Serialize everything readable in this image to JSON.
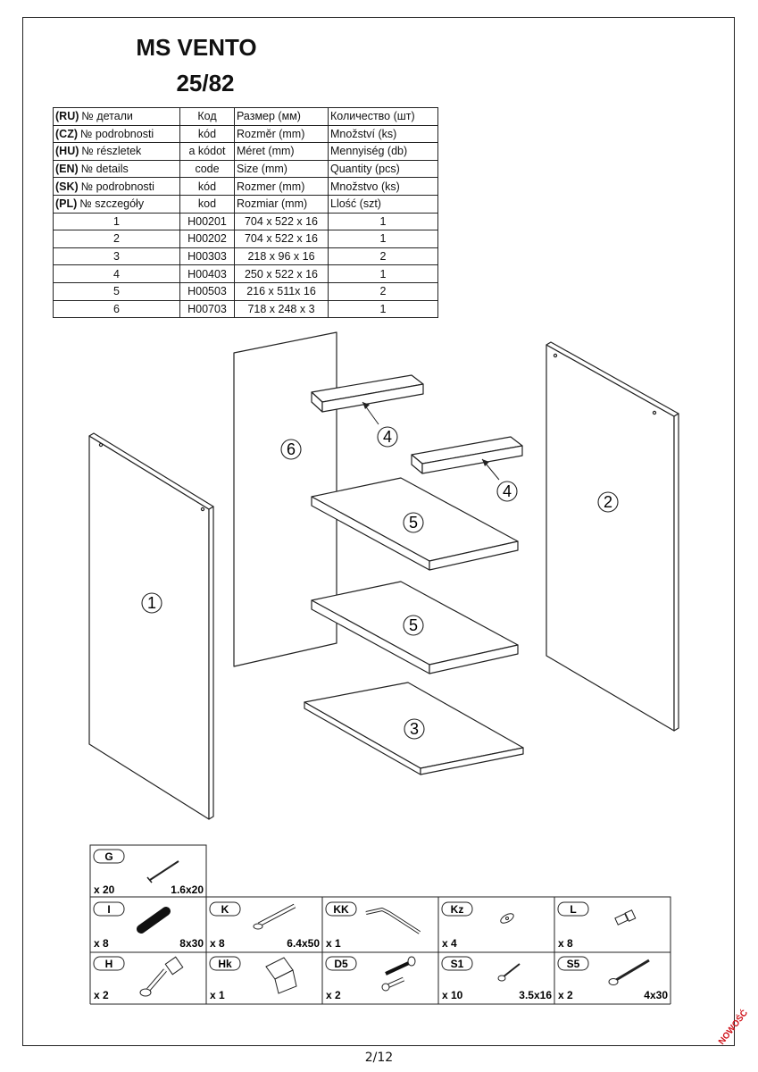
{
  "title": {
    "line1": "MS VENTO",
    "line2": "25/82"
  },
  "parts_table": {
    "header_rows": [
      {
        "lang": "(RU)",
        "label": "№ детали",
        "code": "Код",
        "size": "Размер  (мм)",
        "qty": "Количество (шт)"
      },
      {
        "lang": "(CZ)",
        "label": "№ podrobnosti",
        "code": "kód",
        "size": "Rozměr (mm)",
        "qty": "Množství (ks)"
      },
      {
        "lang": "(HU)",
        "label": "№ részletek",
        "code": "a kódot",
        "size": "Méret (mm)",
        "qty": "Mennyiség (db)"
      },
      {
        "lang": "(EN)",
        "label": "№ details",
        "code": "code",
        "size": "Size (mm)",
        "qty": "Quantity  (pcs)"
      },
      {
        "lang": "(SK)",
        "label": "№ podrobnosti",
        "code": "kód",
        "size": "Rozmer (mm)",
        "qty": "Množstvo (ks)"
      },
      {
        "lang": "(PL)",
        "label": "№ szczegóły",
        "code": "kod",
        "size": "Rozmiar (mm)",
        "qty": "Llość (szt)"
      }
    ],
    "rows": [
      {
        "no": "1",
        "code": "H00201",
        "size": "704 x 522 x 16",
        "qty": "1"
      },
      {
        "no": "2",
        "code": "H00202",
        "size": "704 x 522 x 16",
        "qty": "1"
      },
      {
        "no": "3",
        "code": "H00303",
        "size": "218 x 96 x 16",
        "qty": "2"
      },
      {
        "no": "4",
        "code": "H00403",
        "size": "250 x 522 x 16",
        "qty": "1"
      },
      {
        "no": "5",
        "code": "H00503",
        "size": "216 x 511x 16",
        "qty": "2"
      },
      {
        "no": "6",
        "code": "H00703",
        "size": "718 x 248 x 3",
        "qty": "1"
      }
    ]
  },
  "diagram_labels": {
    "p1": "1",
    "p2": "2",
    "p3": "3",
    "p4a": "4",
    "p4b": "4",
    "p5a": "5",
    "p5b": "5",
    "p6": "6"
  },
  "hardware": {
    "G": {
      "badge": "G",
      "count": "x 20",
      "size": "1.6x20"
    },
    "I": {
      "badge": "I",
      "count": "x 8",
      "size": "8x30"
    },
    "K": {
      "badge": "K",
      "count": "x 8",
      "size": "6.4x50"
    },
    "KK": {
      "badge": "KK",
      "count": "x 1",
      "size": ""
    },
    "Kz": {
      "badge": "Kz",
      "count": "x 4",
      "size": ""
    },
    "L": {
      "badge": "L",
      "count": "x 8",
      "size": ""
    },
    "H": {
      "badge": "H",
      "count": "x 2",
      "size": ""
    },
    "Hk": {
      "badge": "Hk",
      "count": "x 1",
      "size": ""
    },
    "D5": {
      "badge": "D5",
      "count": "x 2",
      "size": ""
    },
    "S1": {
      "badge": "S1",
      "count": "x 10",
      "size": "3.5x16"
    },
    "S5": {
      "badge": "S5",
      "count": "x 2",
      "size": "4x30"
    }
  },
  "footer": {
    "page": "2/12",
    "stamp": "NOWOŚĆ"
  }
}
